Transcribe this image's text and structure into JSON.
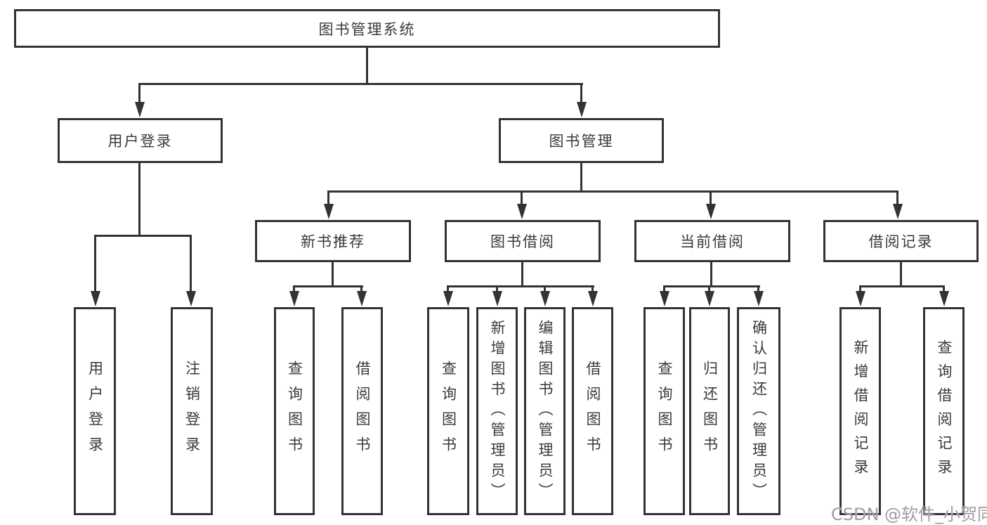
{
  "diagram": {
    "title": "图书管理系统",
    "branches": [
      {
        "label": "用户登录",
        "children": [
          {
            "label": "用户登录"
          },
          {
            "label": "注销登录"
          }
        ]
      },
      {
        "label": "图书管理",
        "children": [
          {
            "label": "新书推荐",
            "children": [
              {
                "label": "查询图书"
              },
              {
                "label": "借阅图书"
              }
            ]
          },
          {
            "label": "图书借阅",
            "children": [
              {
                "label": "查询图书"
              },
              {
                "label": "新增图书（管理员）"
              },
              {
                "label": "编辑图书（管理员）"
              },
              {
                "label": "借阅图书"
              }
            ]
          },
          {
            "label": "当前借阅",
            "children": [
              {
                "label": "查询图书"
              },
              {
                "label": "归还图书"
              },
              {
                "label": "确认归还（管理员）"
              }
            ]
          },
          {
            "label": "借阅记录",
            "children": [
              {
                "label": "新增借阅记录"
              },
              {
                "label": "查询借阅记录"
              }
            ]
          }
        ]
      }
    ]
  },
  "watermark": {
    "text": "CSDN @软件_小贺同学"
  },
  "colors": {
    "line": "#333333",
    "text": "#3a3a3a",
    "watermark": "#9e9e9e",
    "background": "#ffffff"
  }
}
